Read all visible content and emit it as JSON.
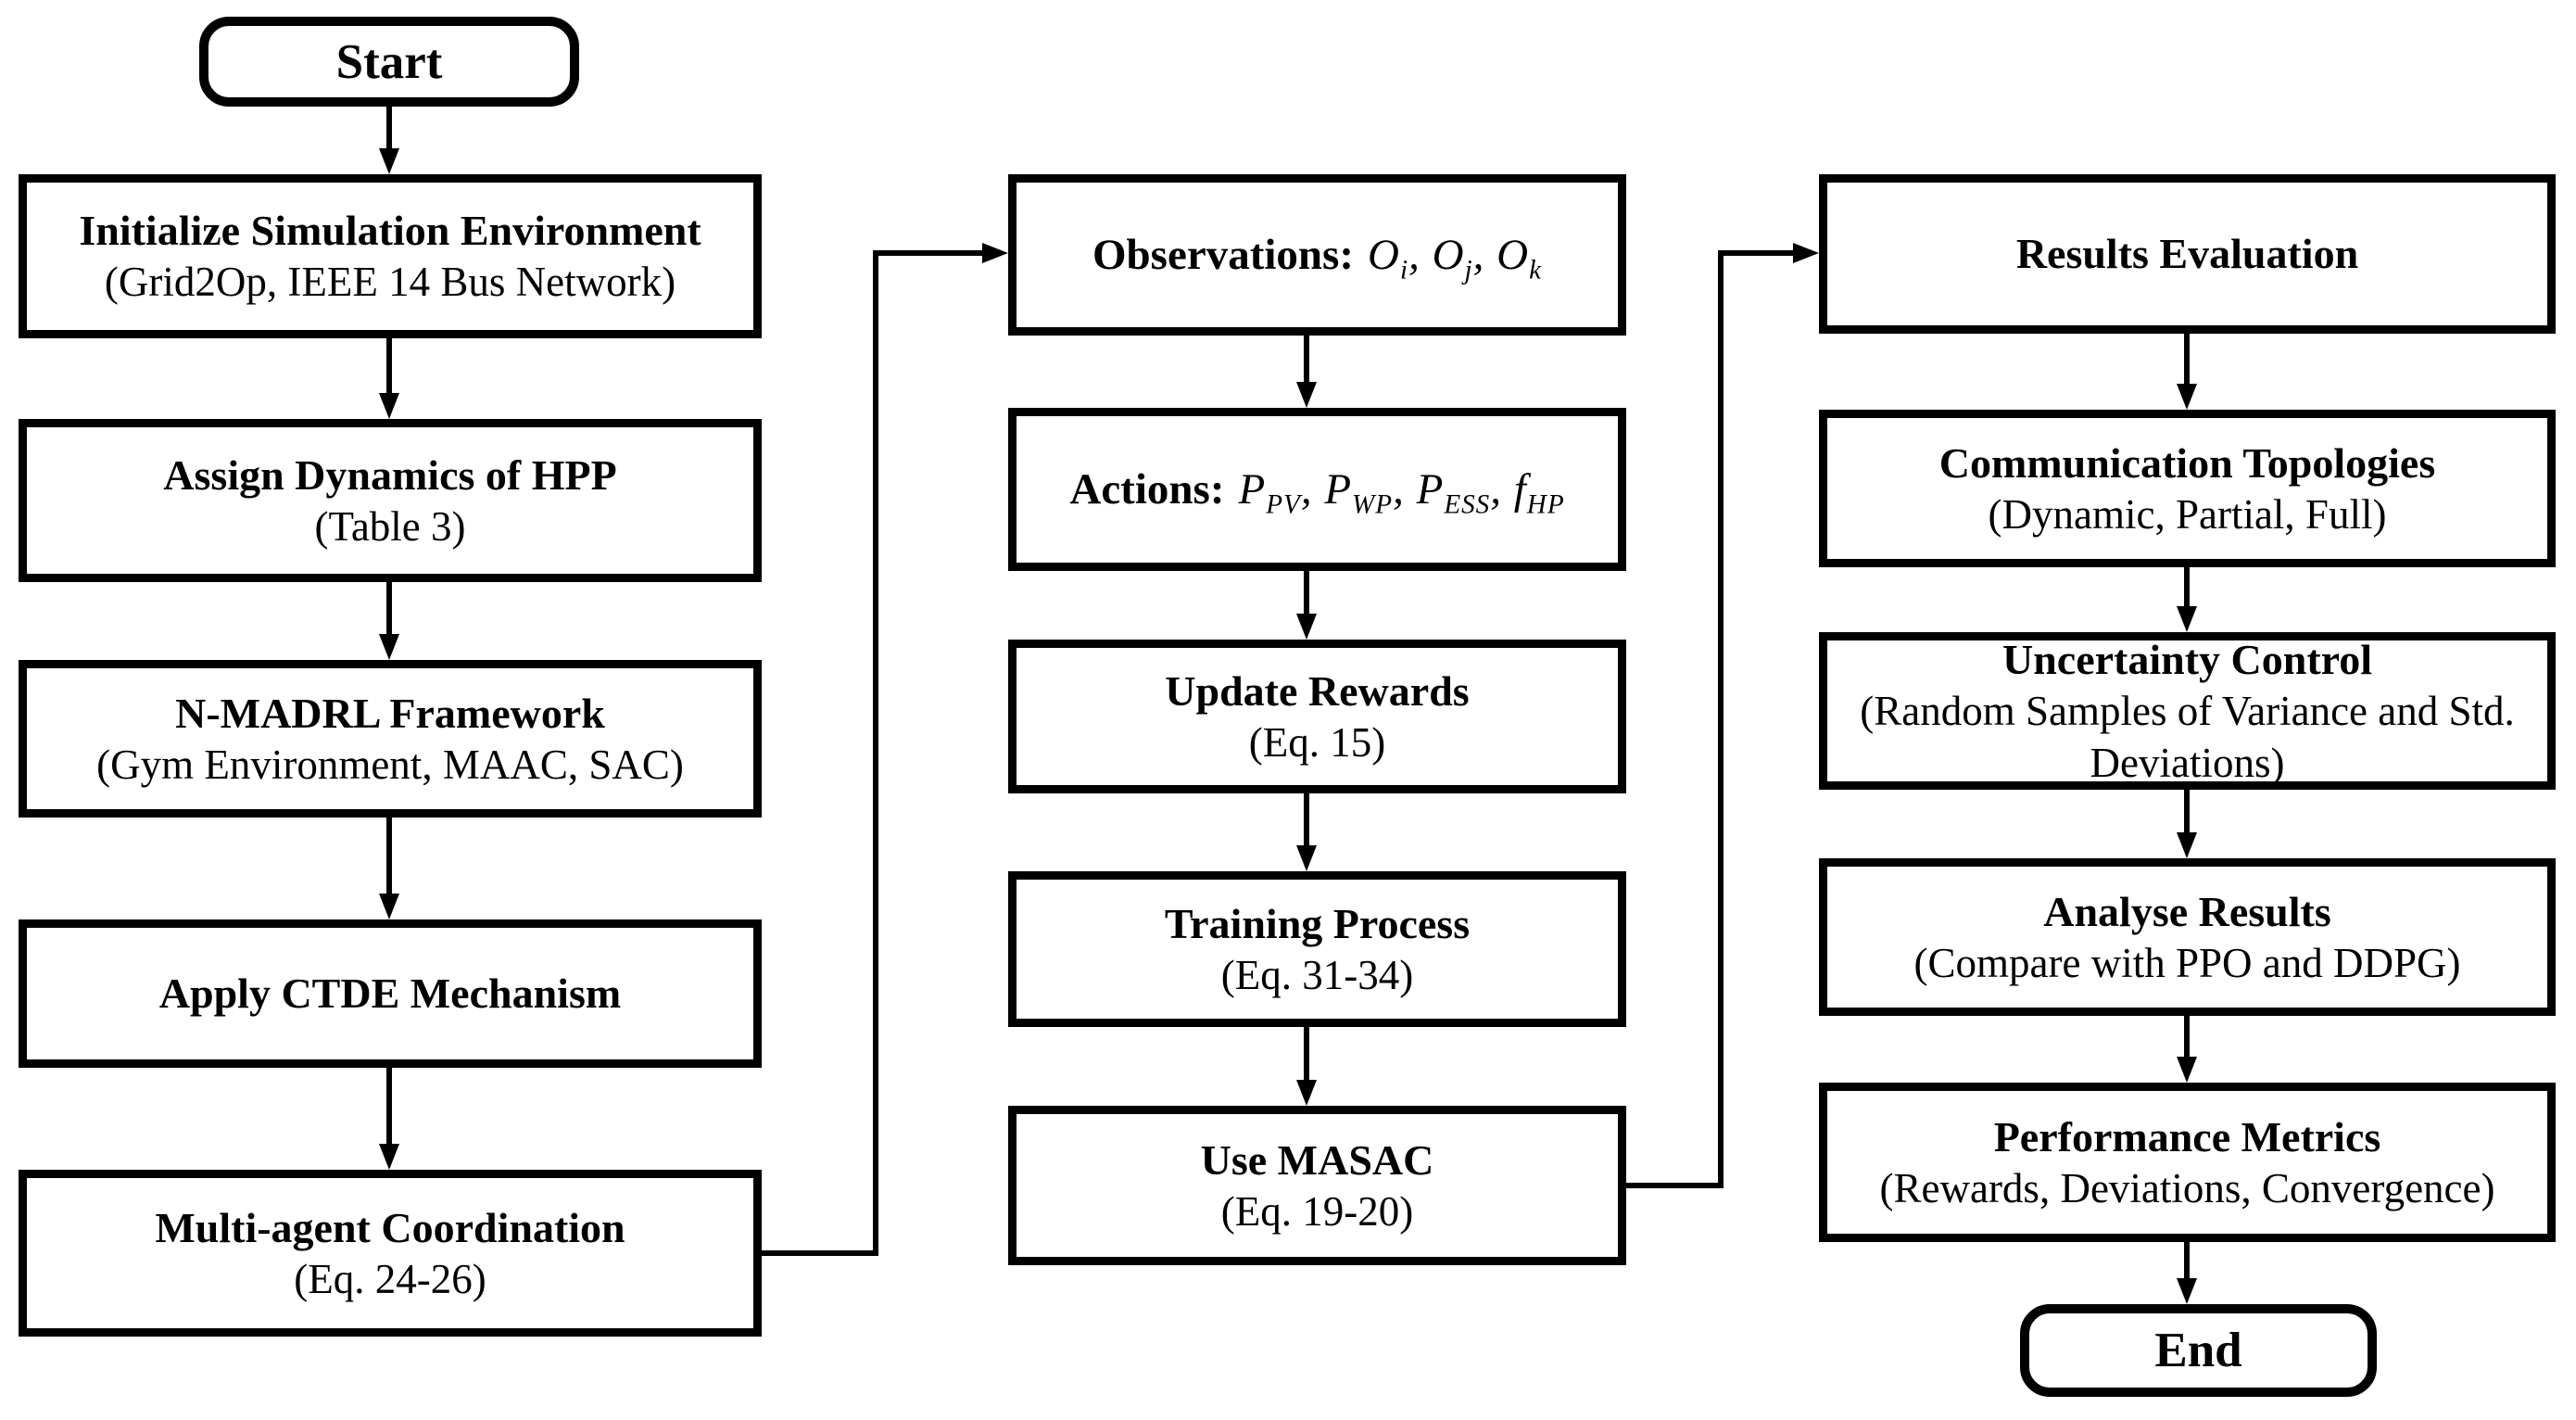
{
  "figure": {
    "type": "flowchart",
    "ink_color": "#000000",
    "paper_color": "#ffffff"
  },
  "nodes": {
    "start": {
      "label": "Start"
    },
    "init": {
      "title": "Initialize Simulation Environment",
      "sub": "(Grid2Op, IEEE 14 Bus Network)"
    },
    "assign": {
      "title": "Assign Dynamics of HPP",
      "sub": "(Table 3)"
    },
    "nmadrl": {
      "title": "N-MADRL Framework",
      "sub": "(Gym Environment, MAAC, SAC)"
    },
    "ctde": {
      "title": "Apply CTDE Mechanism"
    },
    "coord": {
      "title": "Multi-agent Coordination",
      "sub": "(Eq. 24-26)"
    },
    "observations": {
      "label": "Observations:",
      "math": [
        {
          "base": "O",
          "sub": "i",
          "sep": ", "
        },
        {
          "base": "O",
          "sub": "j",
          "sep": ", "
        },
        {
          "base": "O",
          "sub": "k",
          "sep": ""
        }
      ]
    },
    "actions": {
      "label": "Actions:",
      "math": [
        {
          "base": "P",
          "sub": "PV",
          "sep": ", "
        },
        {
          "base": "P",
          "sub": "WP",
          "sep": ", "
        },
        {
          "base": "P",
          "sub": "ESS",
          "sep": ", "
        },
        {
          "base": "f",
          "sub": "HP",
          "sep": ""
        }
      ]
    },
    "update": {
      "title": "Update Rewards",
      "sub": "(Eq. 15)"
    },
    "training": {
      "title": "Training Process",
      "sub": "(Eq. 31-34)"
    },
    "masac": {
      "title": "Use MASAC",
      "sub": "(Eq. 19-20)"
    },
    "results": {
      "title": "Results Evaluation"
    },
    "comm": {
      "title": "Communication Topologies",
      "sub": "(Dynamic, Partial, Full)"
    },
    "uncertainty": {
      "title": "Uncertainty Control",
      "sub": "(Random Samples of Variance and Std. Deviations)"
    },
    "analyse": {
      "title": "Analyse Results",
      "sub": "(Compare with PPO and DDPG)"
    },
    "performance": {
      "title": "Performance Metrics",
      "sub": "(Rewards, Deviations, Convergence)"
    },
    "end": {
      "label": "End"
    }
  },
  "edges": [
    {
      "from": "start",
      "to": "init",
      "style": "arrow-down"
    },
    {
      "from": "init",
      "to": "assign",
      "style": "arrow-down"
    },
    {
      "from": "assign",
      "to": "nmadrl",
      "style": "arrow-down"
    },
    {
      "from": "nmadrl",
      "to": "ctde",
      "style": "arrow-down"
    },
    {
      "from": "ctde",
      "to": "coord",
      "style": "arrow-down"
    },
    {
      "from": "coord",
      "to": "observations",
      "style": "elbow-right-up-right-arrow"
    },
    {
      "from": "observations",
      "to": "actions",
      "style": "arrow-down"
    },
    {
      "from": "actions",
      "to": "update",
      "style": "arrow-down"
    },
    {
      "from": "update",
      "to": "training",
      "style": "arrow-down"
    },
    {
      "from": "training",
      "to": "masac",
      "style": "arrow-down"
    },
    {
      "from": "masac",
      "to": "results",
      "style": "elbow-right-up-right-arrow"
    },
    {
      "from": "results",
      "to": "comm",
      "style": "arrow-down"
    },
    {
      "from": "comm",
      "to": "uncertainty",
      "style": "arrow-down"
    },
    {
      "from": "uncertainty",
      "to": "analyse",
      "style": "arrow-down"
    },
    {
      "from": "analyse",
      "to": "performance",
      "style": "arrow-down"
    },
    {
      "from": "performance",
      "to": "end",
      "style": "arrow-down"
    }
  ]
}
